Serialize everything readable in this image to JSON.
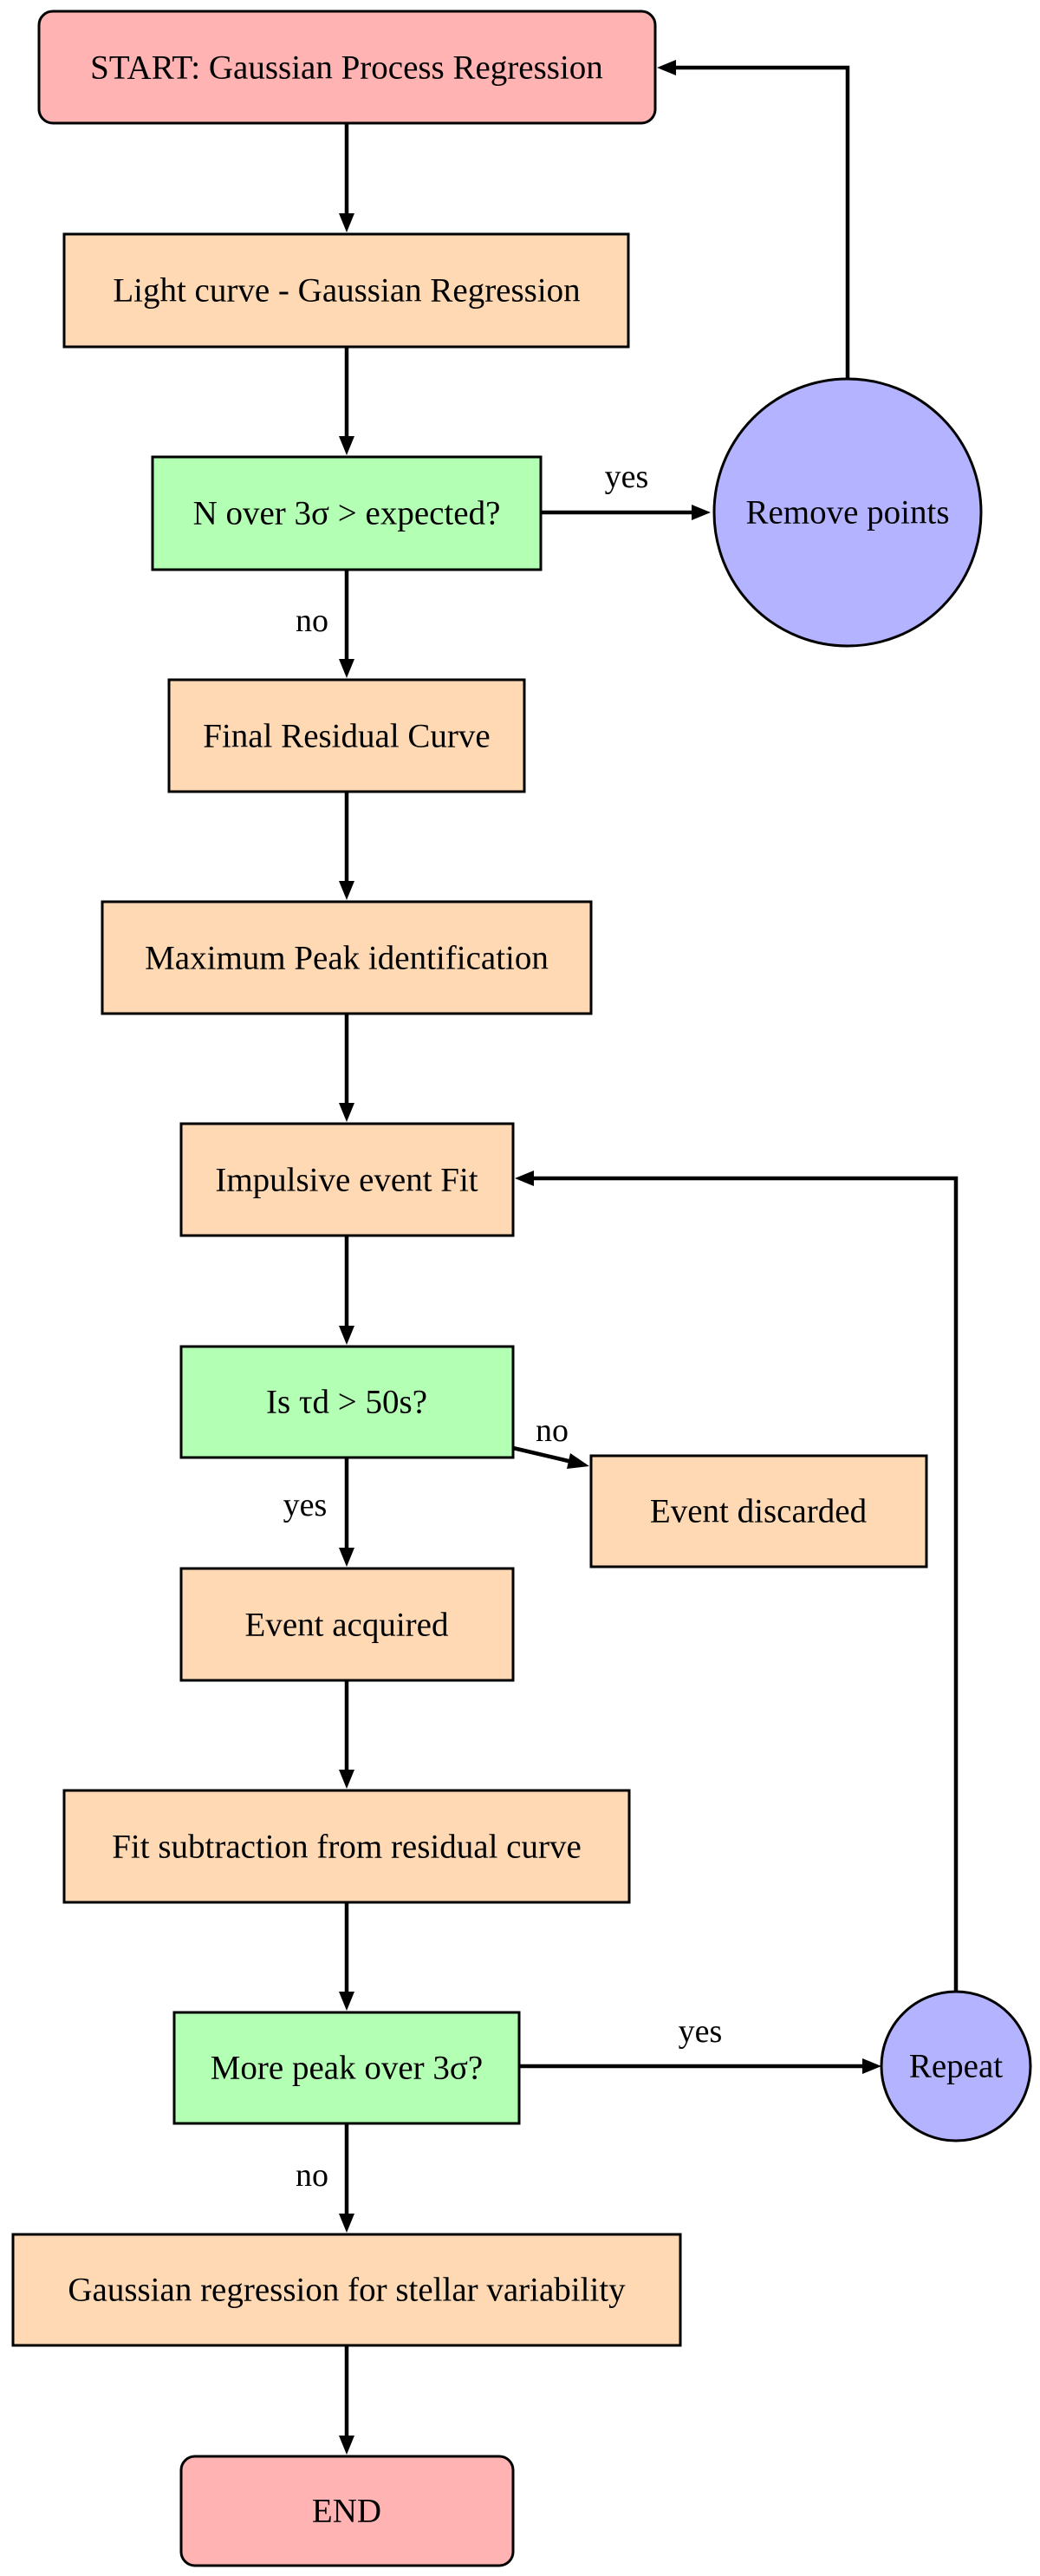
{
  "colors": {
    "terminal": "#ffb3b3",
    "process": "#ffd9b3",
    "decision": "#b3ffb3",
    "loop": "#b3b3ff",
    "line": "#000000"
  },
  "nodes": {
    "start": "START: Gaussian Process Regression",
    "light_curve": "Light curve - Gaussian Regression",
    "n_over_3sigma": "N over 3σ > expected?",
    "remove_points": "Remove points",
    "final_residual": "Final Residual Curve",
    "max_peak": "Maximum Peak identification",
    "impulsive_fit": "Impulsive event Fit",
    "tau_check": "Is τd > 50s?",
    "event_discarded": "Event discarded",
    "event_acquired": "Event acquired",
    "fit_subtraction": "Fit subtraction from residual curve",
    "more_peak": "More peak over 3σ?",
    "repeat": "Repeat",
    "gaussian_stellar": "Gaussian regression for stellar variability",
    "end": "END"
  },
  "edge_labels": {
    "n_over_yes": "yes",
    "n_over_no": "no",
    "tau_no": "no",
    "tau_yes": "yes",
    "more_peak_yes": "yes",
    "more_peak_no": "no"
  }
}
